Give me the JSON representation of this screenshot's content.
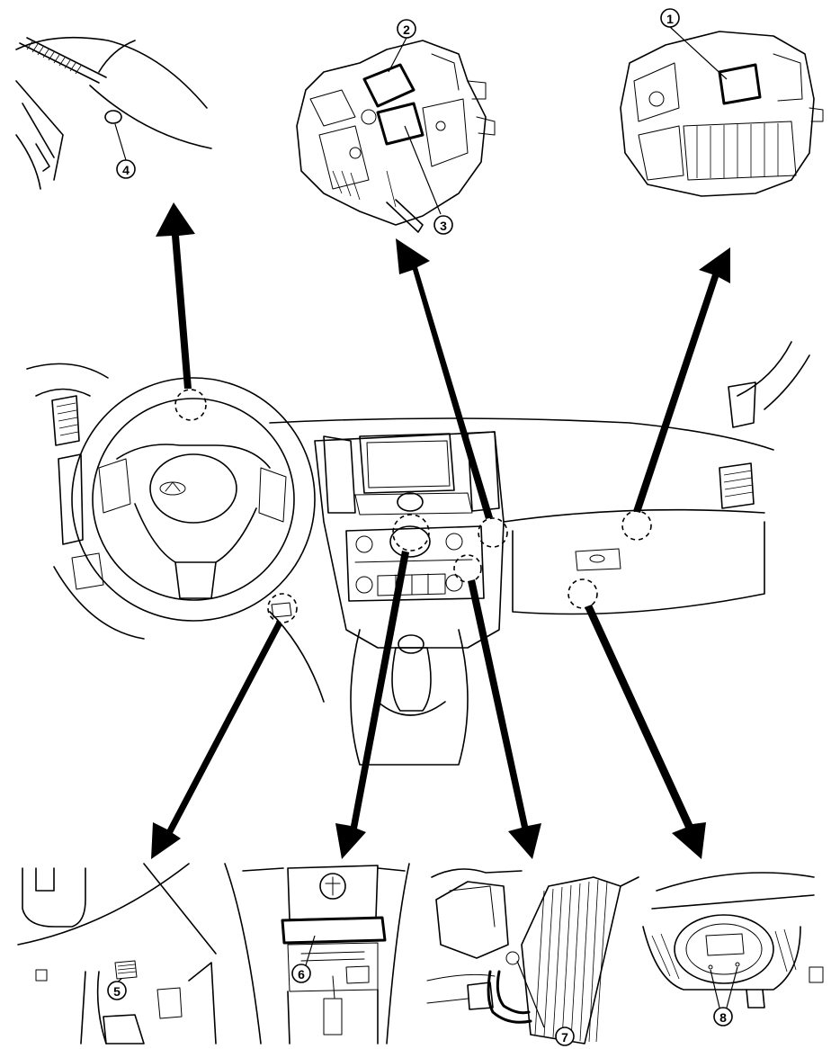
{
  "callouts": [
    {
      "id": "1",
      "label": "①"
    },
    {
      "id": "2",
      "label": "②"
    },
    {
      "id": "3",
      "label": "③"
    },
    {
      "id": "4",
      "label": "④"
    },
    {
      "id": "5",
      "label": "⑤"
    },
    {
      "id": "6",
      "label": "⑥"
    },
    {
      "id": "7",
      "label": "⑦"
    },
    {
      "id": "8",
      "label": "⑧"
    }
  ],
  "icons": {
    "brand_emblem": "infiniti-emblem-icon"
  }
}
